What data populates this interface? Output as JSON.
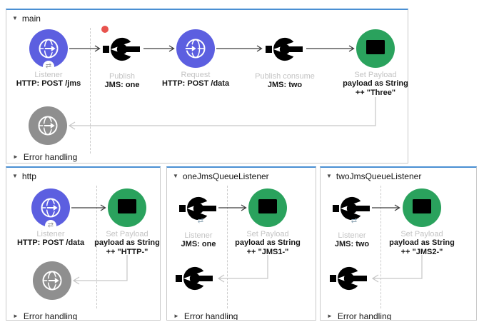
{
  "colors": {
    "http_connector": "#5C5FE0",
    "set_payload_green": "#2AA25D",
    "jms_light": "#2CA8DE",
    "jms_dark": "#1781C4",
    "jms_core": "#0E6DAD",
    "jms_consume_light": "#1B8FD0",
    "jms_consume_dark": "#0F6CAE",
    "jms_consume_core": "#0A5F9E",
    "jms_gray_light": "#A7A7A7",
    "jms_gray_dark": "#9B9B9B",
    "disabled_gray": "#8F8F8F",
    "selected_border": "#4A8FD3",
    "container_border": "#C9C9C9",
    "breakpoint_red": "#E8534E",
    "connector_gray": "#C6C6C6",
    "label_gray": "#C3C3C3",
    "text_dark": "#161616"
  },
  "icons": {
    "collapse_expanded": "▼",
    "collapse_collapsed": "►",
    "two_way_badge": "⇄"
  },
  "flows": [
    {
      "title": "main",
      "error_handling": "Error handling",
      "nodes": [
        {
          "name": "Listener",
          "config_lines": [
            "HTTP: POST /jms"
          ]
        },
        {
          "name": "Publish",
          "config_lines": [
            "JMS: one"
          ]
        },
        {
          "name": "Request",
          "config_lines": [
            "HTTP: POST /data"
          ]
        },
        {
          "name": "Publish consume",
          "config_lines": [
            "JMS: two"
          ]
        },
        {
          "name": "Set Payload",
          "config_lines": [
            "payload as String",
            "++ \"Three\""
          ]
        }
      ]
    },
    {
      "title": "http",
      "error_handling": "Error handling",
      "nodes": [
        {
          "name": "Listener",
          "config_lines": [
            "HTTP: POST /data"
          ]
        },
        {
          "name": "Set Payload",
          "config_lines": [
            "payload as String",
            "++ \"HTTP-\""
          ]
        }
      ]
    },
    {
      "title": "oneJmsQueueListener",
      "error_handling": "Error handling",
      "nodes": [
        {
          "name": "Listener",
          "config_lines": [
            "JMS: one"
          ]
        },
        {
          "name": "Set Payload",
          "config_lines": [
            "payload as String",
            "++ \"JMS1-\""
          ]
        }
      ]
    },
    {
      "title": "twoJmsQueueListener",
      "error_handling": "Error handling",
      "nodes": [
        {
          "name": "Listener",
          "config_lines": [
            "JMS: two"
          ]
        },
        {
          "name": "Set Payload",
          "config_lines": [
            "payload as String",
            "++ \"JMS2-\""
          ]
        }
      ]
    }
  ]
}
